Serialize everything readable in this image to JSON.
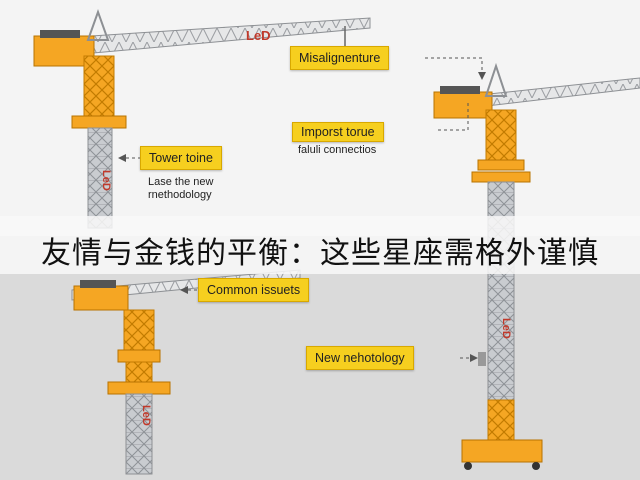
{
  "caption": "友情与金钱的平衡：这些星座需格外谨慎",
  "brand_mark": "LeD",
  "callouts": {
    "misalignment": "Misalignenture",
    "import_torque_line1": "Imporst torue",
    "import_torque_line2": "faluli connectios",
    "tower_tone": "Tower toine",
    "tower_tone_sub_line1": "Lase the new",
    "tower_tone_sub_line2": "rnethodology",
    "common_issues": "Common issuets",
    "new_methodology": "New nehotology"
  },
  "colors": {
    "crane_yellow": "#f5a623",
    "tower_steel": "#b9bcc0",
    "label_yellow": "#f6cf1f",
    "brand_red": "#c0392b",
    "lower_background": "#d9d9d9"
  }
}
